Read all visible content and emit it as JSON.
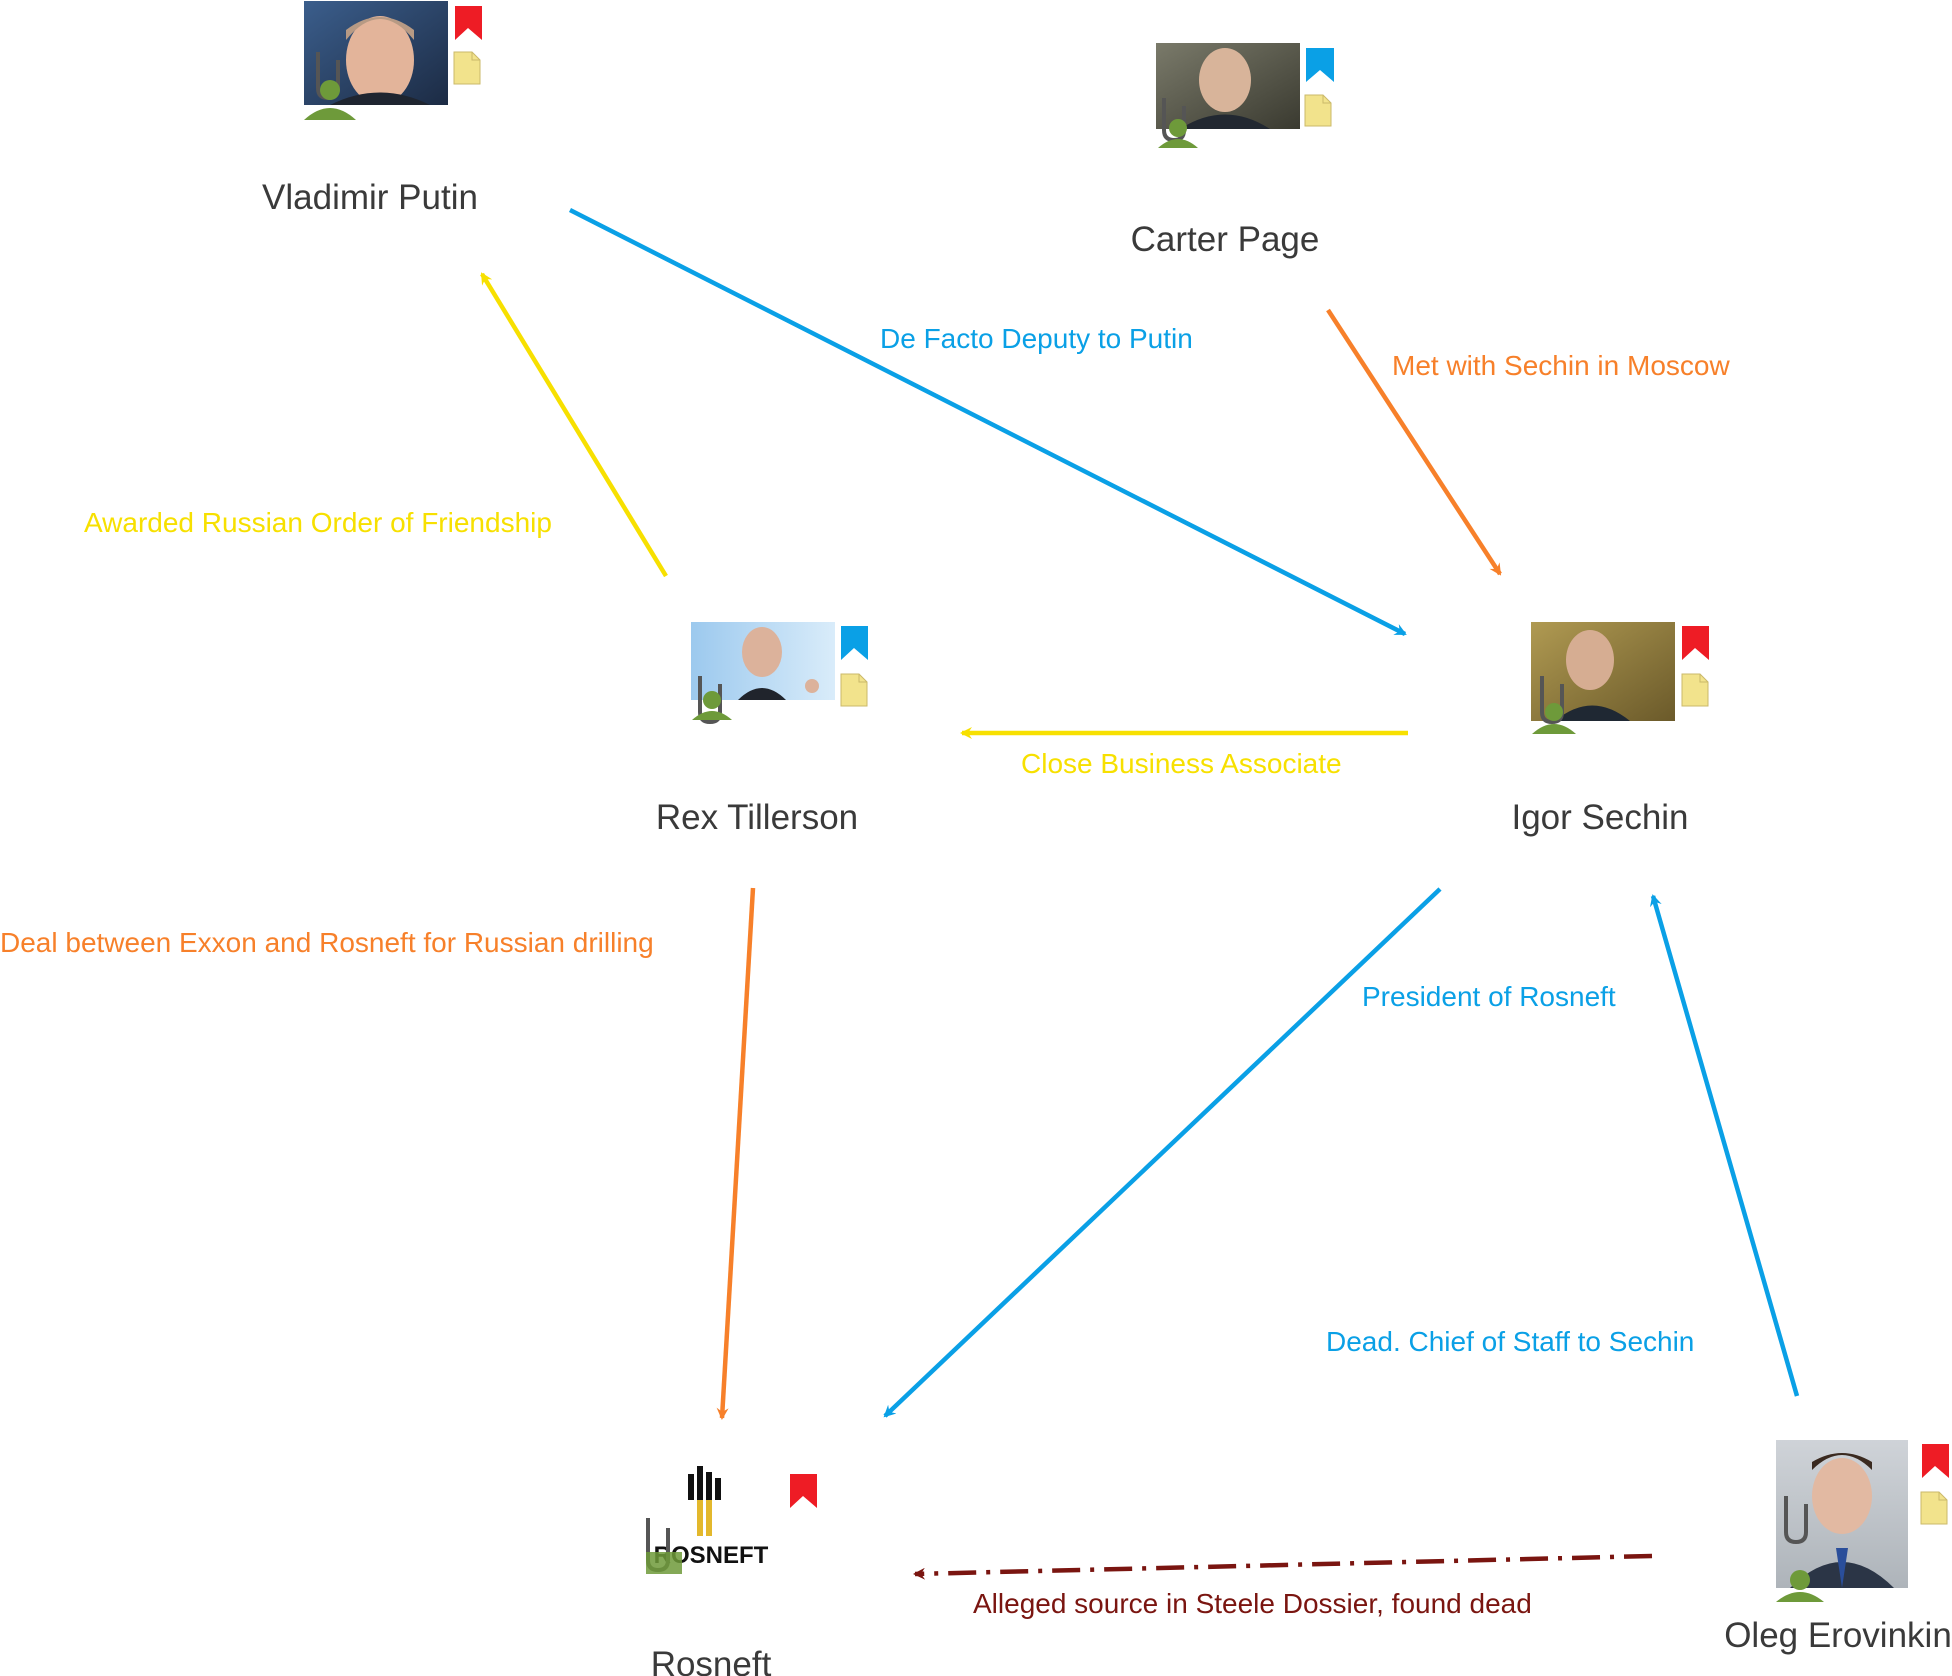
{
  "colors": {
    "blue": "#0aa0e6",
    "orange": "#f7802a",
    "yellow": "#f7e000",
    "darkred": "#7a1510",
    "bookmark_red": "#ee1c25",
    "bookmark_blue": "#0aa0e6",
    "note_yellow": "#f2e38c",
    "person_green": "#6e9a3a",
    "node_text": "#3a3a3a"
  },
  "nodes": [
    {
      "id": "putin",
      "label": "Vladimir Putin",
      "kind": "person",
      "bookmark": "red",
      "note": true,
      "icon": "photo-vladimir-putin"
    },
    {
      "id": "page",
      "label": "Carter Page",
      "kind": "person",
      "bookmark": "blue",
      "note": true,
      "icon": "photo-carter-page"
    },
    {
      "id": "tillerson",
      "label": "Rex Tillerson",
      "kind": "person",
      "bookmark": "blue",
      "note": true,
      "icon": "photo-rex-tillerson"
    },
    {
      "id": "sechin",
      "label": "Igor Sechin",
      "kind": "person",
      "bookmark": "red",
      "note": true,
      "icon": "photo-igor-sechin"
    },
    {
      "id": "rosneft",
      "label": "Rosneft",
      "kind": "organization",
      "bookmark": "red",
      "note": false,
      "icon": "rosneft-logo",
      "logo_text": "ROSNEFT"
    },
    {
      "id": "erovinkin",
      "label": "Oleg Erovinkin",
      "kind": "person",
      "bookmark": "red",
      "note": true,
      "icon": "photo-oleg-erovinkin"
    }
  ],
  "edges": [
    {
      "id": "putin-sechin",
      "from": "Vladimir Putin",
      "to": "Igor Sechin",
      "label": "De Facto Deputy to Putin",
      "color": "blue",
      "style": "solid"
    },
    {
      "id": "page-sechin",
      "from": "Carter Page",
      "to": "Igor Sechin",
      "label": "Met with Sechin in Moscow",
      "color": "orange",
      "style": "solid"
    },
    {
      "id": "tillerson-putin",
      "from": "Rex Tillerson",
      "to": "Vladimir Putin",
      "label": "Awarded Russian Order of Friendship",
      "color": "yellow",
      "style": "solid"
    },
    {
      "id": "sechin-tillerson",
      "from": "Igor Sechin",
      "to": "Rex Tillerson",
      "label": "Close Business Associate",
      "color": "yellow",
      "style": "solid"
    },
    {
      "id": "tillerson-rosneft",
      "from": "Rex Tillerson",
      "to": "Rosneft",
      "label": "Deal between Exxon and Rosneft for Russian drilling",
      "color": "orange",
      "style": "solid"
    },
    {
      "id": "sechin-rosneft",
      "from": "Igor Sechin",
      "to": "Rosneft",
      "label": "President of Rosneft",
      "color": "blue",
      "style": "solid"
    },
    {
      "id": "erovinkin-sechin",
      "from": "Oleg Erovinkin",
      "to": "Igor Sechin",
      "label": "Dead.  Chief of Staff to Sechin",
      "color": "blue",
      "style": "solid"
    },
    {
      "id": "erovinkin-rosneft",
      "from": "Oleg Erovinkin",
      "to": "Rosneft",
      "label": "Alleged source in Steele Dossier, found dead",
      "color": "darkred",
      "style": "dashdot"
    }
  ]
}
